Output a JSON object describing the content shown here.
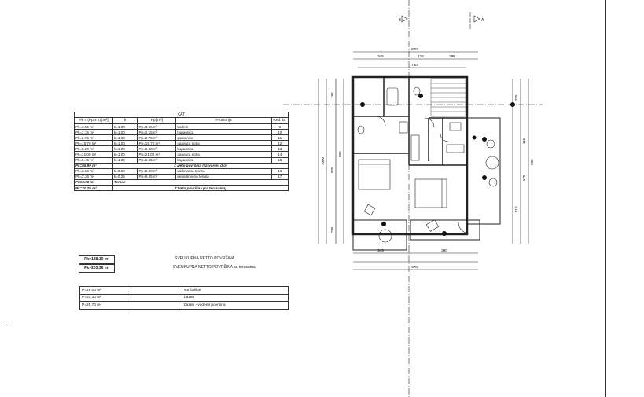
{
  "table": {
    "title": "KAT",
    "headers": {
      "area": "Pk = (Pp x k) [m²]",
      "k": "k",
      "pp": "Pp [m²]",
      "name": "Prostorija",
      "no": "Red. br."
    },
    "rows": [
      {
        "area": "Pk=3.55 m²",
        "k": "k=1.00",
        "pp": "Pp=3.55 m²",
        "name": "hodnik",
        "no": "9"
      },
      {
        "area": "Pk=2.15 m²",
        "k": "k=1.00",
        "pp": "Pp=2.15 m²",
        "name": "kupaonica",
        "no": "10"
      },
      {
        "area": "Pk=2.75 m²",
        "k": "k=1.00",
        "pp": "Pp=2.75 m²",
        "name": "garaonica",
        "no": "11"
      },
      {
        "area": "Pk=15.70 m²",
        "k": "k=1.00",
        "pp": "Pp=15.70 m²",
        "name": "spavaća soba",
        "no": "12"
      },
      {
        "area": "Pk=5.30 m²",
        "k": "k=1.00",
        "pp": "Pp=5.30 m²",
        "name": "kupaonica",
        "no": "13"
      },
      {
        "area": "Pk=21.00 m²",
        "k": "k=1.00",
        "pp": "Pp=21.00 m²",
        "name": "spavaća soba",
        "no": "14"
      },
      {
        "area": "Pk=5.45 m²",
        "k": "k=1.00",
        "pp": "Pp=5.45 m²",
        "name": "kupaonica",
        "no": "15"
      }
    ],
    "subtotal_closed": {
      "area": "Pk=65.80 m²",
      "label": "Σ Neto površina (zatvoreni dio)"
    },
    "terrace_rows": [
      {
        "area": "Pk=2.60 m²",
        "k": "k=0.50",
        "pp": "Pp=5.20 m²",
        "name": "natkrivena terasa",
        "no": "16"
      },
      {
        "area": "Pk=2.36 m²",
        "k": "k=0.25",
        "pp": "Pp=9.45 m²",
        "name": "nenatkrivena terasa",
        "no": "17"
      }
    ],
    "terrace_total": {
      "area": "Pk=4.96 m²",
      "label": "Terase"
    },
    "grand_total": {
      "area": "Pk=70.76 m²",
      "label": "Σ Neto površina (sa terasama)"
    }
  },
  "summary": {
    "net": {
      "value": "Pk=188.10 m²",
      "label": "SVEUKUPNA NETTO POVRŠINA"
    },
    "net_terrace": {
      "value": "Pk=203.36 m²",
      "label": "SVEUKUPNA NETTO POVRŠINA sa terasama"
    }
  },
  "pool_table": [
    {
      "value": "P=29.00 m²",
      "name": "sunčalište"
    },
    {
      "value": "P=31.30 m²",
      "name": "bazen"
    },
    {
      "value": "P=25.70 m²",
      "name": "bazen - vodena površina"
    }
  ],
  "plan": {
    "section_b": "B",
    "section_a": "A",
    "dims_top": [
      "870",
      "345",
      "135",
      "390",
      "780"
    ],
    "dims_bottom": [
      "345",
      "390",
      "870"
    ],
    "dims_left": [
      "190",
      "525",
      "1000",
      "980",
      "295"
    ],
    "dims_right": [
      "980",
      "570",
      "115",
      "510",
      "325"
    ]
  }
}
